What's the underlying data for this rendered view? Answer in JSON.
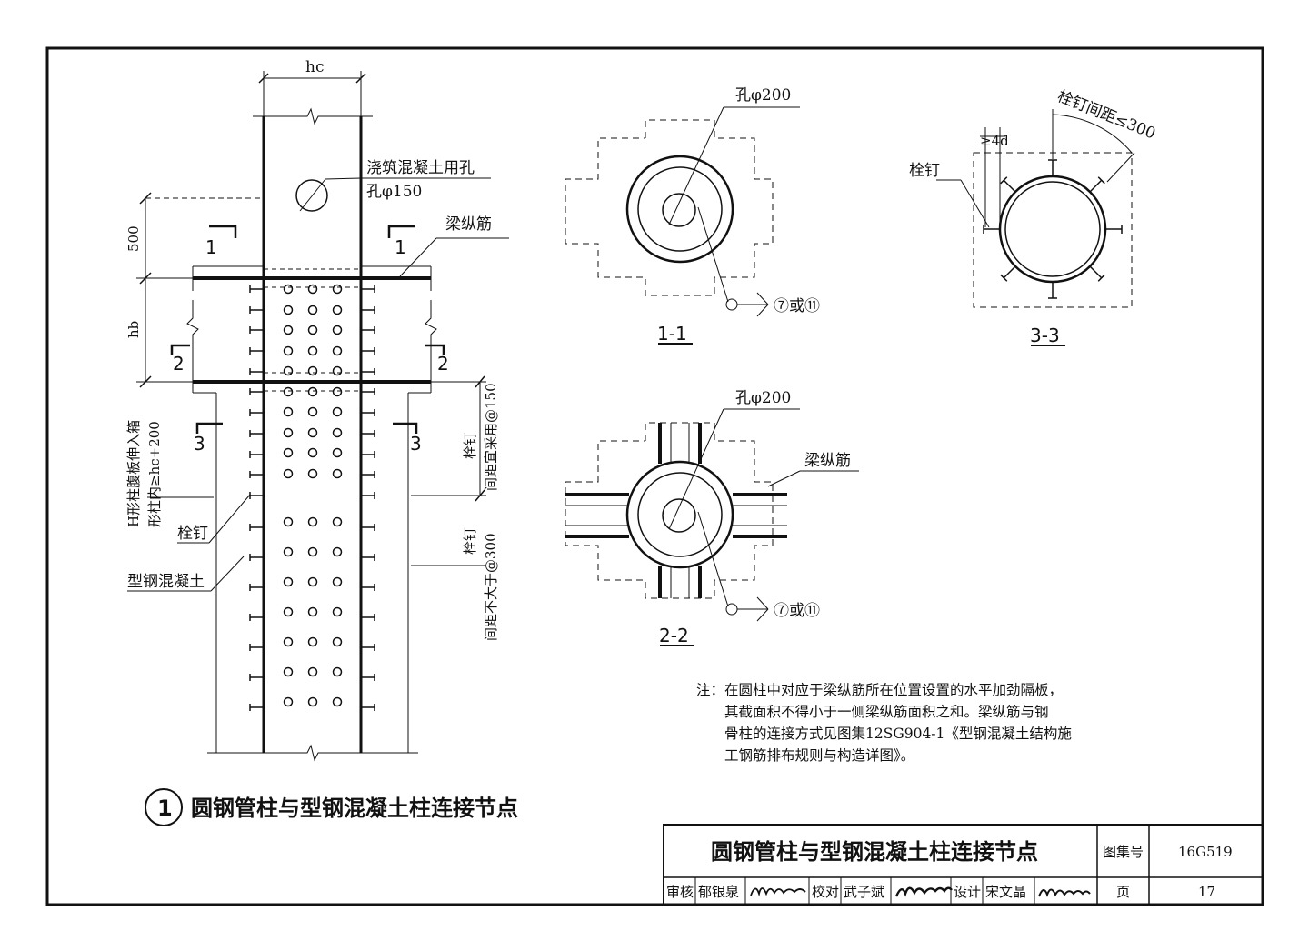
{
  "main_detail": {
    "dim_width": "hc",
    "dim_500": "500",
    "dim_hb": "hb",
    "pour_hole_line1": "浇筑混凝土用孔",
    "pour_hole_line2": "孔φ150",
    "beam_rebar": "梁纵筋",
    "sec1": "1",
    "sec2": "2",
    "sec3": "3",
    "web_line1": "H形柱腹板伸入箱",
    "web_line2": "形柱内≥hc+200",
    "stud_label": "栓钉",
    "src_label": "型钢混凝土",
    "stud_spacing1_a": "栓钉",
    "stud_spacing1_b": "间距宜采用@150",
    "stud_spacing2_a": "栓钉",
    "stud_spacing2_b": "间距不大于@300"
  },
  "section_1_1": {
    "hole": "孔φ200",
    "weld_ref": "⑦或⑪",
    "label": "1-1"
  },
  "section_2_2": {
    "hole": "孔φ200",
    "beam_rebar": "梁纵筋",
    "weld_ref": "⑦或⑪",
    "label": "2-2"
  },
  "section_3_3": {
    "stud_spacing": "栓钉间距≤300",
    "min_dist": "≥4d",
    "stud_label": "栓钉",
    "label": "3-3"
  },
  "note": {
    "line1": "注：在圆柱中对应于梁纵筋所在位置设置的水平加劲隔板，",
    "line2": "其截面积不得小于一侧梁纵筋面积之和。梁纵筋与钢",
    "line3": "骨柱的连接方式见图集12SG904-1《型钢混凝土结构施",
    "line4": "工钢筋排布规则与构造详图》。"
  },
  "detail_caption": {
    "number": "1",
    "text": "圆钢管柱与型钢混凝土柱连接节点"
  },
  "title_block": {
    "title": "圆钢管柱与型钢混凝土柱连接节点",
    "atlas_label": "图集号",
    "atlas_value": "16G519",
    "review_label": "审核",
    "review_name": "郁银泉",
    "check_label": "校对",
    "check_name": "武子斌",
    "design_label": "设计",
    "design_name": "宋文晶",
    "page_label": "页",
    "page_value": "17"
  }
}
